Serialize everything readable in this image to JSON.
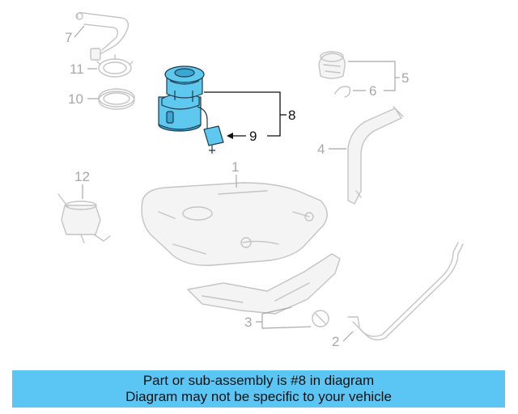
{
  "diagram": {
    "callouts": [
      {
        "id": "7",
        "label": "7"
      },
      {
        "id": "11",
        "label": "11"
      },
      {
        "id": "10",
        "label": "10"
      },
      {
        "id": "12",
        "label": "12"
      },
      {
        "id": "1",
        "label": "1"
      },
      {
        "id": "5",
        "label": "5"
      },
      {
        "id": "6",
        "label": "6"
      },
      {
        "id": "4",
        "label": "4"
      },
      {
        "id": "8",
        "label": "8"
      },
      {
        "id": "9",
        "label": "9"
      },
      {
        "id": "3",
        "label": "3"
      },
      {
        "id": "2",
        "label": "2"
      }
    ],
    "highlighted_part": "8",
    "colors": {
      "highlight": "#5ec8ef",
      "banner": "#5bc6f3",
      "faded_part": "#c4c4c4"
    }
  },
  "banner": {
    "line1": "Part or sub-assembly is #8 in diagram",
    "line2": "Diagram may not be specific to your vehicle"
  }
}
